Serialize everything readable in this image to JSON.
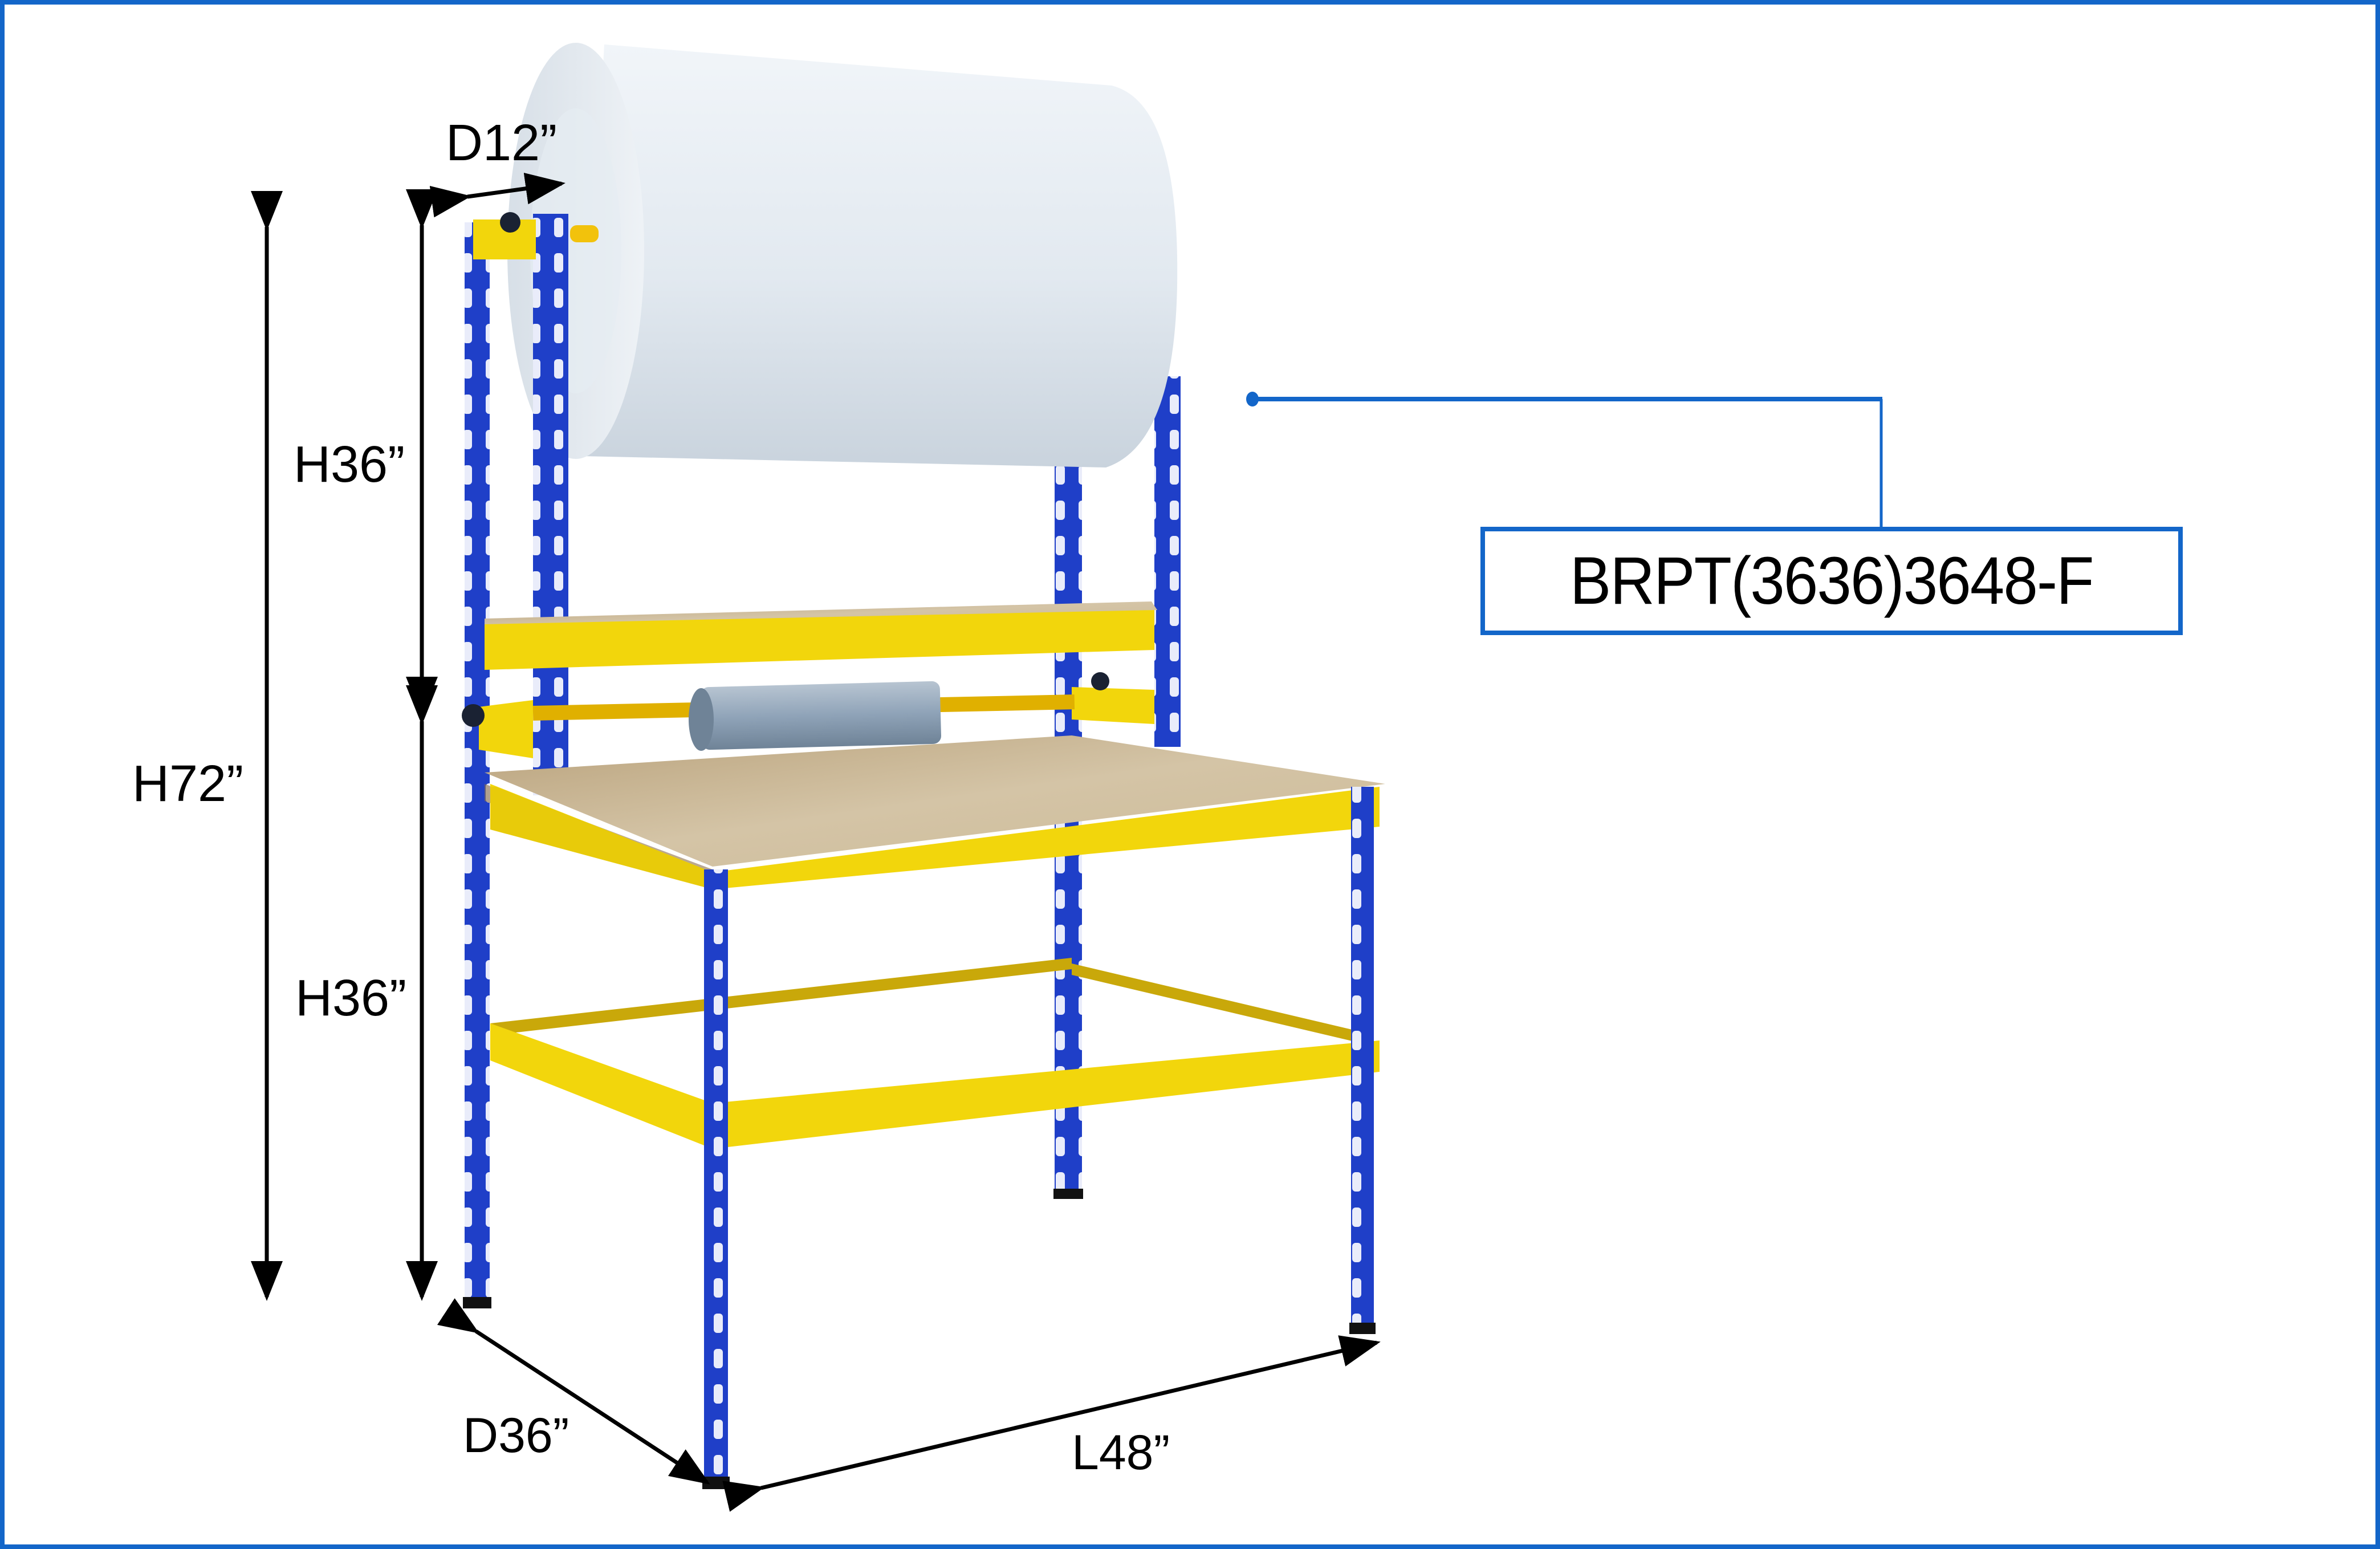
{
  "product": {
    "model_code": "BRPT(3636)3648-F",
    "description_icons": {
      "bubble_wrap_roll": "bubble-wrap-roll-icon",
      "stretch_film_roll": "stretch-film-roll-icon",
      "workbench_rack": "workbench-rack-icon"
    }
  },
  "dimensions": {
    "roll_holder_depth": "D12”",
    "upper_height": "H36”",
    "total_height": "H72”",
    "lower_height": "H36”",
    "depth": "D36”",
    "length": "L48”"
  },
  "colors": {
    "frame_border": "#1366C9",
    "leader_line": "#1366C9",
    "upright_blue": "#1F3FC8",
    "beam_yellow": "#F2D60C",
    "board_tan": "#C9B592",
    "bubble_wrap": "#DDE6EE",
    "film_roll": "#8FA3B8",
    "text": "#000000"
  }
}
